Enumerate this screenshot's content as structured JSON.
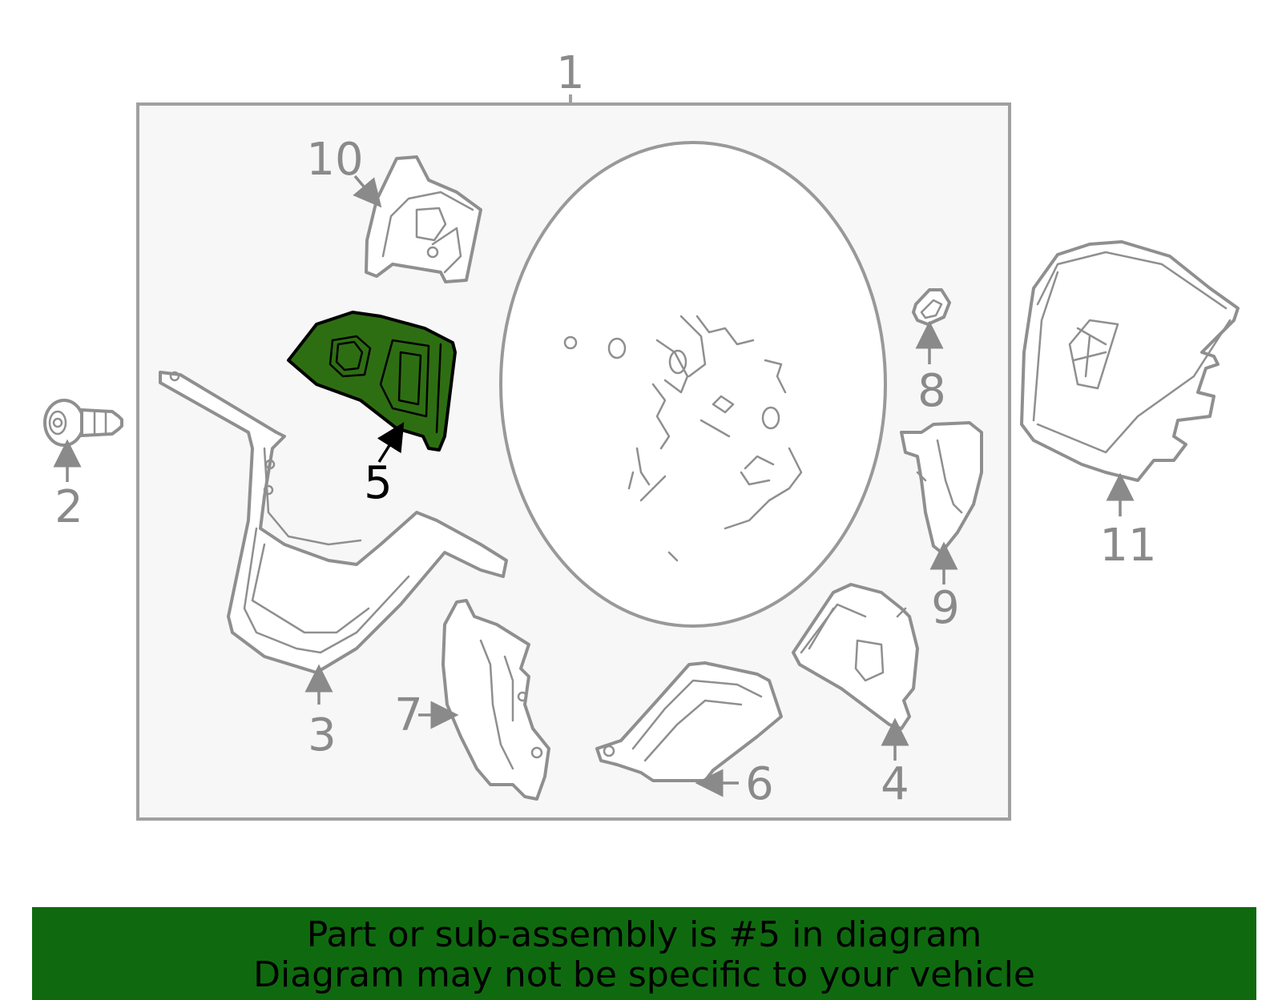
{
  "labels": {
    "p1": "1",
    "p2": "2",
    "p3": "3",
    "p4": "4",
    "p5": "5",
    "p6": "6",
    "p7": "7",
    "p8": "8",
    "p9": "9",
    "p10": "10",
    "p11": "11"
  },
  "highlight": {
    "part": "5",
    "color": "#2e6e12"
  },
  "banner": {
    "line1": "Part or sub-assembly is #5 in diagram",
    "line2": "Diagram may not be specific to your vehicle",
    "color": "#0f6a0f"
  }
}
